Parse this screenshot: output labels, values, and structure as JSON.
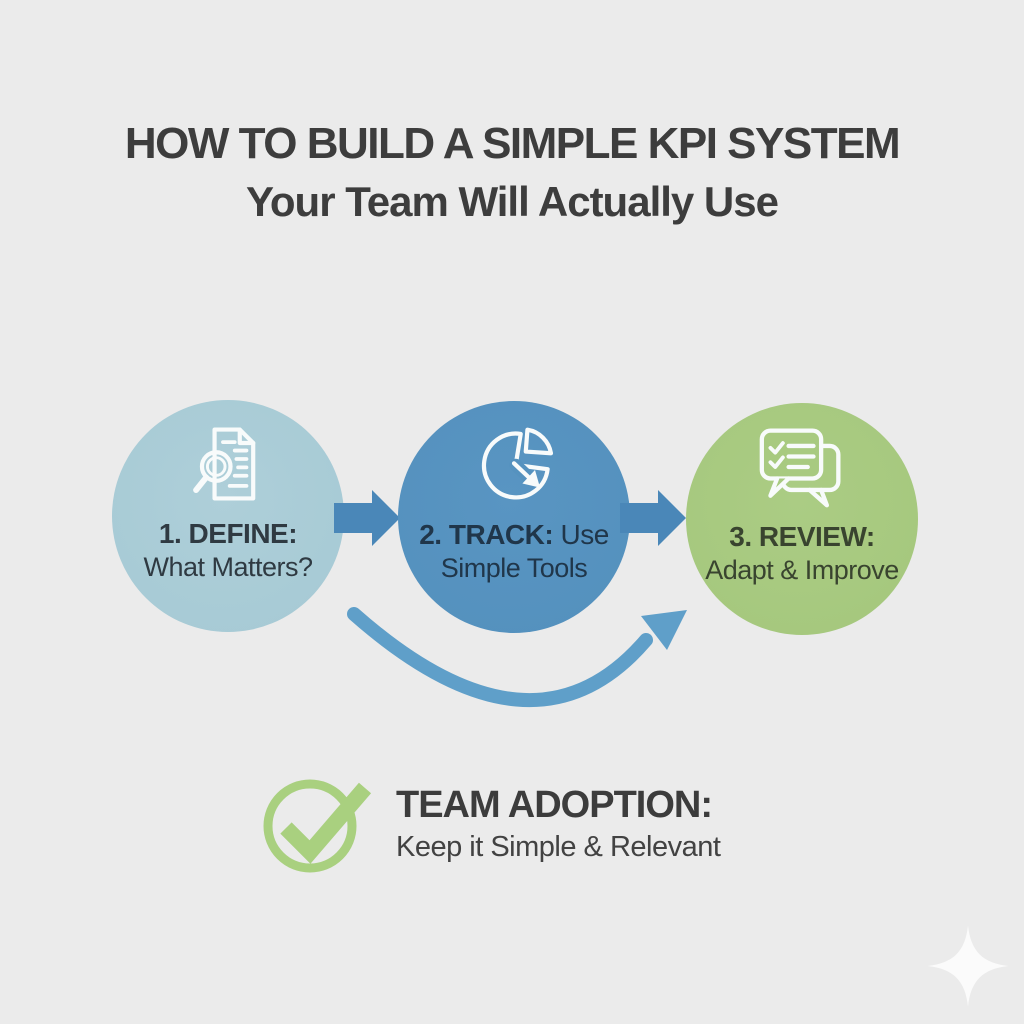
{
  "background_color": "#ebebeb",
  "title": {
    "line1": "HOW TO BUILD A SIMPLE KPI SYSTEM",
    "line2": "Your Team Will Actually Use",
    "color": "#3d3d3d"
  },
  "steps": [
    {
      "label": "1. DEFINE:",
      "label_suffix": "",
      "sublabel": "What Matters?",
      "icon": "document-magnifier-icon",
      "circle_color": "#aacdd8",
      "text_color": "#2f3a42"
    },
    {
      "label": "2. TRACK:",
      "label_suffix": " Use",
      "sublabel": "Simple Tools",
      "icon": "pie-chart-arrow-icon",
      "circle_color": "#5592bf",
      "text_color": "#20364a"
    },
    {
      "label": "3. REVIEW:",
      "label_suffix": "",
      "sublabel": "Adapt & Improve",
      "icon": "chat-checklist-icon",
      "circle_color": "#a8ca80",
      "text_color": "#39442f"
    }
  ],
  "connectors": {
    "step1_to_step2": {
      "icon": "right-arrow-icon",
      "color": "#4a87b8"
    },
    "step2_to_step3": {
      "icon": "right-arrow-icon",
      "color": "#4a87b8"
    },
    "feedback_loop": {
      "icon": "curved-up-arrow-icon",
      "color": "#5f9fc9"
    }
  },
  "footer": {
    "icon": "checkmark-circle-icon",
    "icon_color": "#a9d07f",
    "label": "TEAM ADOPTION:",
    "sublabel": "Keep it Simple & Relevant",
    "label_color": "#3c3c3c",
    "sublabel_color": "#424242"
  },
  "decoration": {
    "icon": "sparkle-icon",
    "color": "#fbfbfb"
  }
}
